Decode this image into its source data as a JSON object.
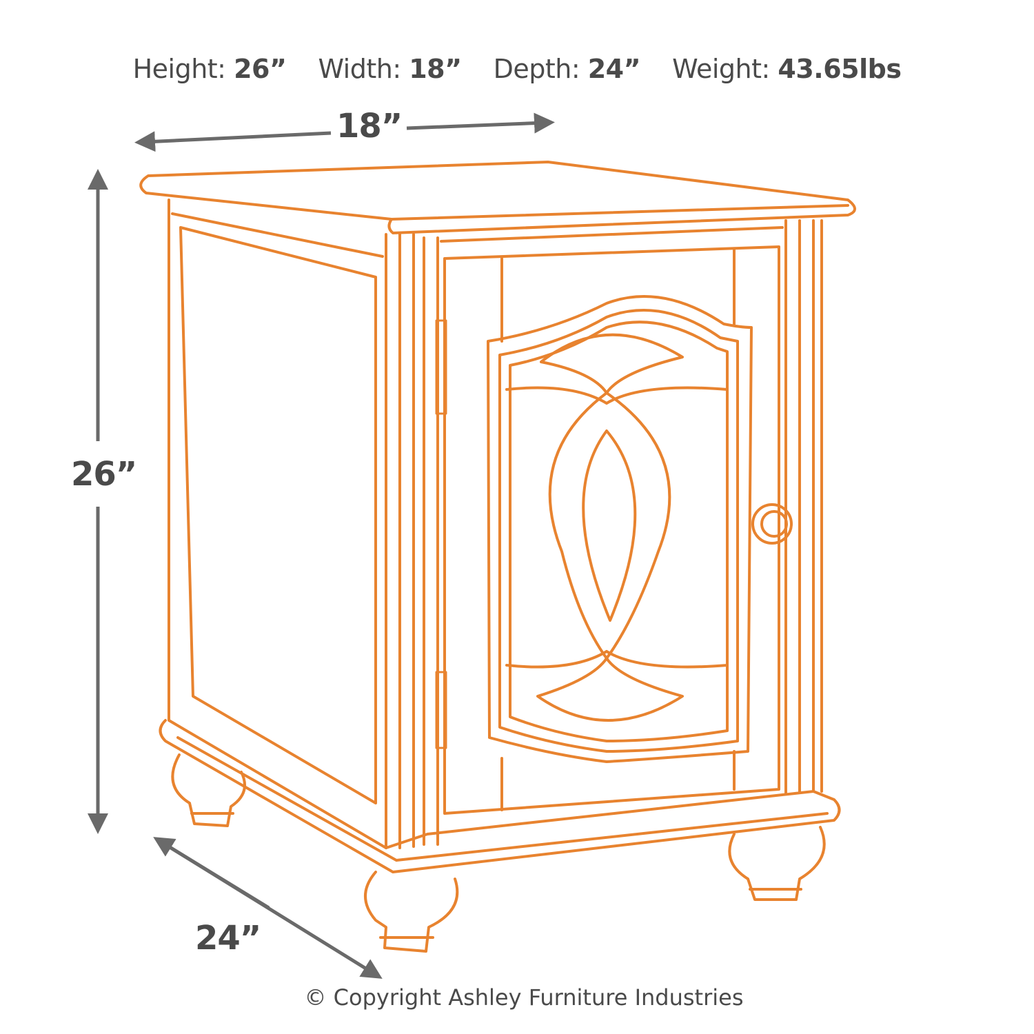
{
  "specs": [
    {
      "label": "Height:",
      "value": "26”"
    },
    {
      "label": "Width:",
      "value": "18”"
    },
    {
      "label": "Depth:",
      "value": "24”"
    },
    {
      "label": "Weight:",
      "value": "43.65lbs"
    }
  ],
  "dimensions": {
    "width": "18”",
    "height": "26”",
    "depth": "24”"
  },
  "copyright": "© Copyright Ashley Furniture Industries",
  "colors": {
    "line": "#E8832F",
    "text": "#4a4a4a"
  }
}
